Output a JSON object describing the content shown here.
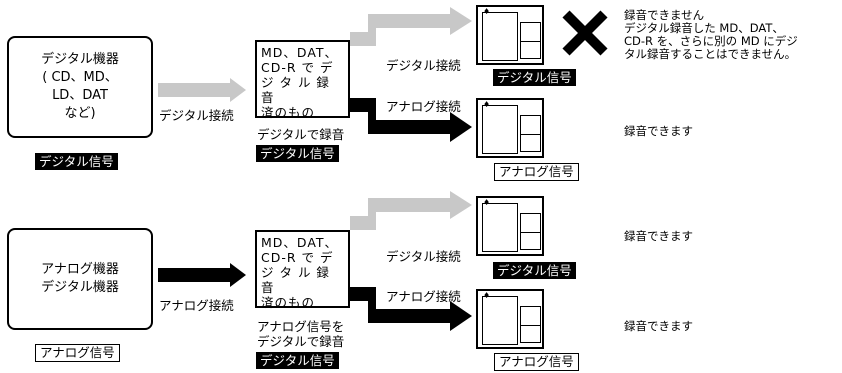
{
  "top": {
    "source_box": {
      "line1": "デジタル機器",
      "line2": "( CD、MD、",
      "line3": "LD、DAT",
      "line4": "など)"
    },
    "source_badge": "デジタル信号",
    "connection_label": "デジタル接続",
    "mid_box": {
      "line1": "MD、DAT、",
      "line2": "CD-R で デ",
      "line3": "ジ タ ル 録 音",
      "line4": "済のもの"
    },
    "mid_caption": "デジタルで録音",
    "mid_badge": "デジタル信号",
    "upper_branch_label": "デジタル接続",
    "upper_badge": "デジタル信号",
    "lower_branch_label": "アナログ接続",
    "lower_badge": "アナログ信号",
    "upper_result": {
      "line1": "録音できません",
      "line2": "デジタル録音した MD、DAT、",
      "line3": "CD-R を、さらに別の MD にデジ",
      "line4": "タル録音することはできません。"
    },
    "lower_result": "録音できます"
  },
  "bottom": {
    "source_box": {
      "line1": "アナログ機器",
      "line2": "デジタル機器"
    },
    "source_badge": "アナログ信号",
    "connection_label": "アナログ接続",
    "mid_box": {
      "line1": "MD、DAT、",
      "line2": "CD-R で デ",
      "line3": "ジ タ ル 録 音",
      "line4": "済のもの"
    },
    "mid_caption1": "アナログ信号を",
    "mid_caption2": "デジタルで録音",
    "mid_badge": "デジタル信号",
    "upper_branch_label": "デジタル接続",
    "upper_badge": "デジタル信号",
    "lower_branch_label": "アナログ接続",
    "lower_badge": "アナログ信号",
    "upper_result": "録音できます",
    "lower_result": "録音できます"
  },
  "colors": {
    "digital_arrow": "#c8c8c8",
    "analog_arrow": "#000000",
    "x_mark": "#000000"
  },
  "icons": {
    "device": "recorder-device-icon",
    "cross": "cross-mark-icon"
  }
}
